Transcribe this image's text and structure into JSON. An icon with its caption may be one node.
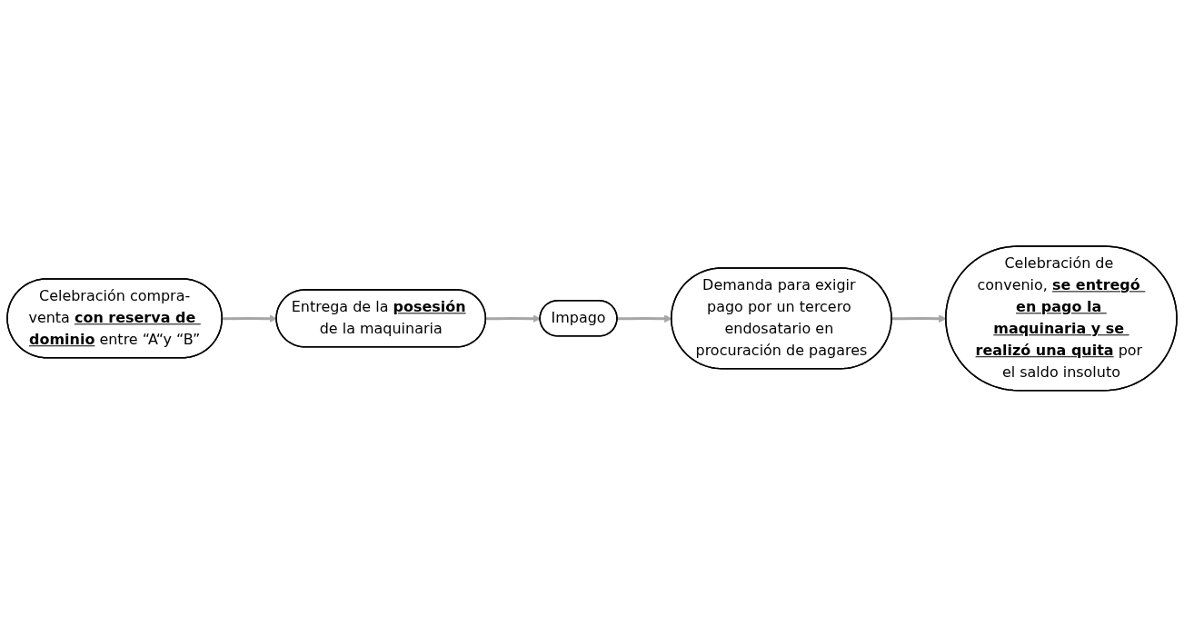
{
  "diagram": {
    "nodes": [
      {
        "text": [
          "Celebración compra-venta **con reserva de dominio** entre “A“y “B”"
        ]
      },
      {
        "text": [
          "Entrega de la **posesión** de la maquinaria"
        ]
      },
      {
        "text": [
          "Impago"
        ]
      },
      {
        "text": [
          "Demanda para exigir pago por un tercero endosatario en procuración de pagares"
        ]
      },
      {
        "text": [
          "Celebración de convenio, **se entregó en pago la maquinaria y se realizó una quita** por el saldo insoluto"
        ]
      }
    ],
    "edges": [
      {
        "from": 0,
        "to": 1,
        "arrow": "to"
      },
      {
        "from": 1,
        "to": 2,
        "arrow": "to"
      },
      {
        "from": 2,
        "to": 3,
        "arrow": "to"
      },
      {
        "from": 3,
        "to": 4,
        "arrow": "to"
      }
    ]
  }
}
